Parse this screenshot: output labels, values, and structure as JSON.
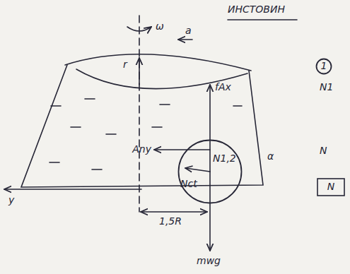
{
  "diagram": {
    "nodes": [
      {
        "text": [
          "N1,2",
          "Nct"
        ]
      },
      {
        "text": [
          "1"
        ]
      },
      {
        "text": [
          "N"
        ]
      }
    ],
    "labels": [
      "ω",
      "a",
      "r",
      "ИНСТОВИН",
      "fAx",
      "Any",
      "α",
      "y",
      "1,5R",
      "mwg",
      "N1",
      "N"
    ]
  }
}
